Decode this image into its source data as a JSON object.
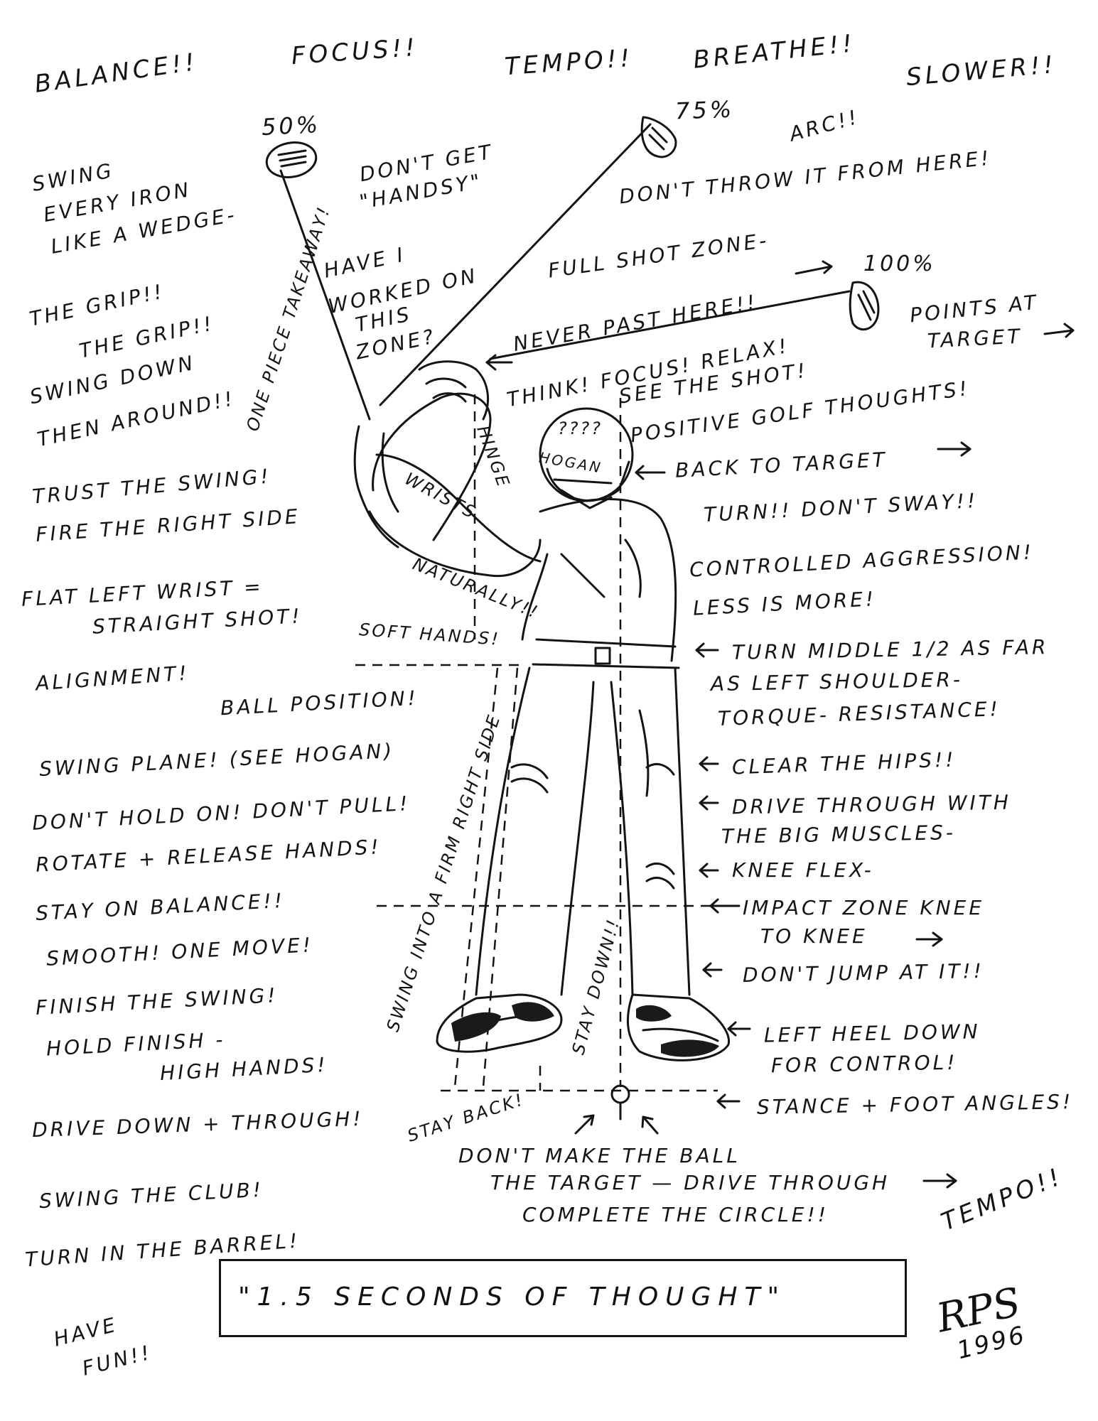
{
  "top_row": {
    "balance": "BALANCE!!",
    "focus": "FOCUS!!",
    "tempo": "TEMPO!!",
    "breathe": "BREATHE!!",
    "slower": "SLOWER!!"
  },
  "swing_positions": {
    "fifty": "50%",
    "seventy_five": "75%",
    "hundred": "100%",
    "arc": "ARC!!"
  },
  "left_column": [
    "SWING",
    "EVERY IRON",
    "LIKE A WEDGE-",
    "THE GRIP!!",
    "THE GRIP!!",
    "SWING DOWN",
    "THEN AROUND!!",
    "TRUST THE SWING!",
    "FIRE THE RIGHT SIDE",
    "FLAT LEFT WRIST =",
    "STRAIGHT SHOT!",
    "ALIGNMENT!",
    "BALL POSITION!",
    "SWING PLANE! (SEE HOGAN)",
    "DON'T HOLD ON! DON'T PULL!",
    "ROTATE + RELEASE HANDS!",
    "STAY ON BALANCE!!",
    "SMOOTH! ONE MOVE!",
    "FINISH THE SWING!",
    "HOLD FINISH -",
    "HIGH HANDS!",
    "DRIVE DOWN + THROUGH!",
    "SWING THE CLUB!",
    "TURN IN THE BARREL!",
    "HAVE",
    "FUN!!"
  ],
  "center_notes": {
    "dont_get": "DON'T GET",
    "handsy": "\"HANDSY\"",
    "have_i": "HAVE I",
    "worked_on": "WORKED ON",
    "this": "THIS",
    "zone": "ZONE?",
    "one_piece": "ONE PIECE TAKEAWAY!",
    "hinge": "HINGE",
    "wrists": "WRISTS",
    "naturally": "NATURALLY!!",
    "soft_hands": "SOFT HANDS!",
    "hogan": "HOGAN",
    "question_marks": "????",
    "firm_right_side": "SWING INTO A FIRM RIGHT SIDE",
    "stay_down": "STAY DOWN!!",
    "stay_back": "STAY BACK!"
  },
  "right_column": [
    "DON'T THROW IT FROM HERE!",
    "FULL SHOT ZONE-",
    "NEVER PAST HERE!!",
    "POINTS AT",
    "TARGET",
    "THINK! FOCUS! RELAX!",
    "SEE THE SHOT!",
    "POSITIVE GOLF THOUGHTS!",
    "BACK TO TARGET",
    "TURN!! DON'T SWAY!!",
    "CONTROLLED AGGRESSION!",
    "LESS IS MORE!",
    "TURN MIDDLE 1/2 AS FAR",
    "AS LEFT SHOULDER-",
    "TORQUE- RESISTANCE!",
    "CLEAR THE HIPS!!",
    "DRIVE THROUGH WITH",
    "THE BIG MUSCLES-",
    "KNEE FLEX-",
    "IMPACT ZONE KNEE",
    "TO KNEE",
    "DON'T JUMP AT IT!!",
    "LEFT HEEL DOWN",
    "FOR CONTROL!",
    "STANCE + FOOT ANGLES!"
  ],
  "bottom_notes": {
    "line1": "DON'T MAKE THE BALL",
    "line2": "THE TARGET — DRIVE THROUGH",
    "line3": "COMPLETE THE CIRCLE!!",
    "tempo": "TEMPO!!"
  },
  "title": "\"1.5 SECONDS OF THOUGHT\"",
  "signature": {
    "initials": "RPS",
    "year": "1996"
  }
}
